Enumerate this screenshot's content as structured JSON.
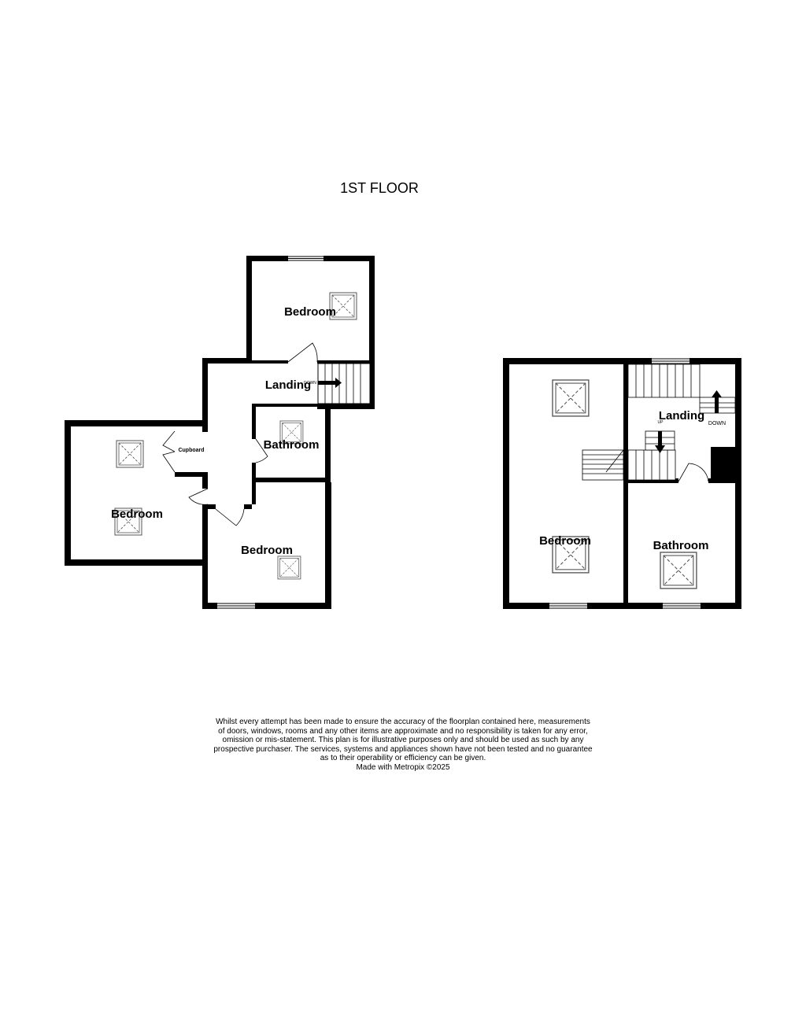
{
  "floor_title": "1ST FLOOR",
  "plans": {
    "left": {
      "rooms": {
        "bedroom_top": "Bedroom",
        "landing": "Landing",
        "bathroom": "Bathroom",
        "bedroom_left": "Bedroom",
        "bedroom_bottom": "Bedroom",
        "cupboard": "Cupboard"
      },
      "stair_label": "DOWN"
    },
    "right": {
      "rooms": {
        "landing": "Landing",
        "bedroom": "Bedroom",
        "bathroom": "Bathroom"
      },
      "stair_up_label": "UP",
      "stair_down_label": "DOWN"
    }
  },
  "disclaimer": [
    "Whilst every attempt has been made to ensure the accuracy of the floorplan contained here, measurements",
    "of doors, windows, rooms and any other items are approximate and no responsibility is taken for any error,",
    "omission or mis-statement. This plan is for illustrative purposes only and should be used as such by any",
    "prospective purchaser. The services, systems and appliances shown have not been tested and no guarantee",
    "as to their operability or efficiency can be given.",
    "Made with Metropix ©2025"
  ],
  "colors": {
    "wall": "#000000",
    "background": "#ffffff",
    "fixture": "#555555"
  }
}
